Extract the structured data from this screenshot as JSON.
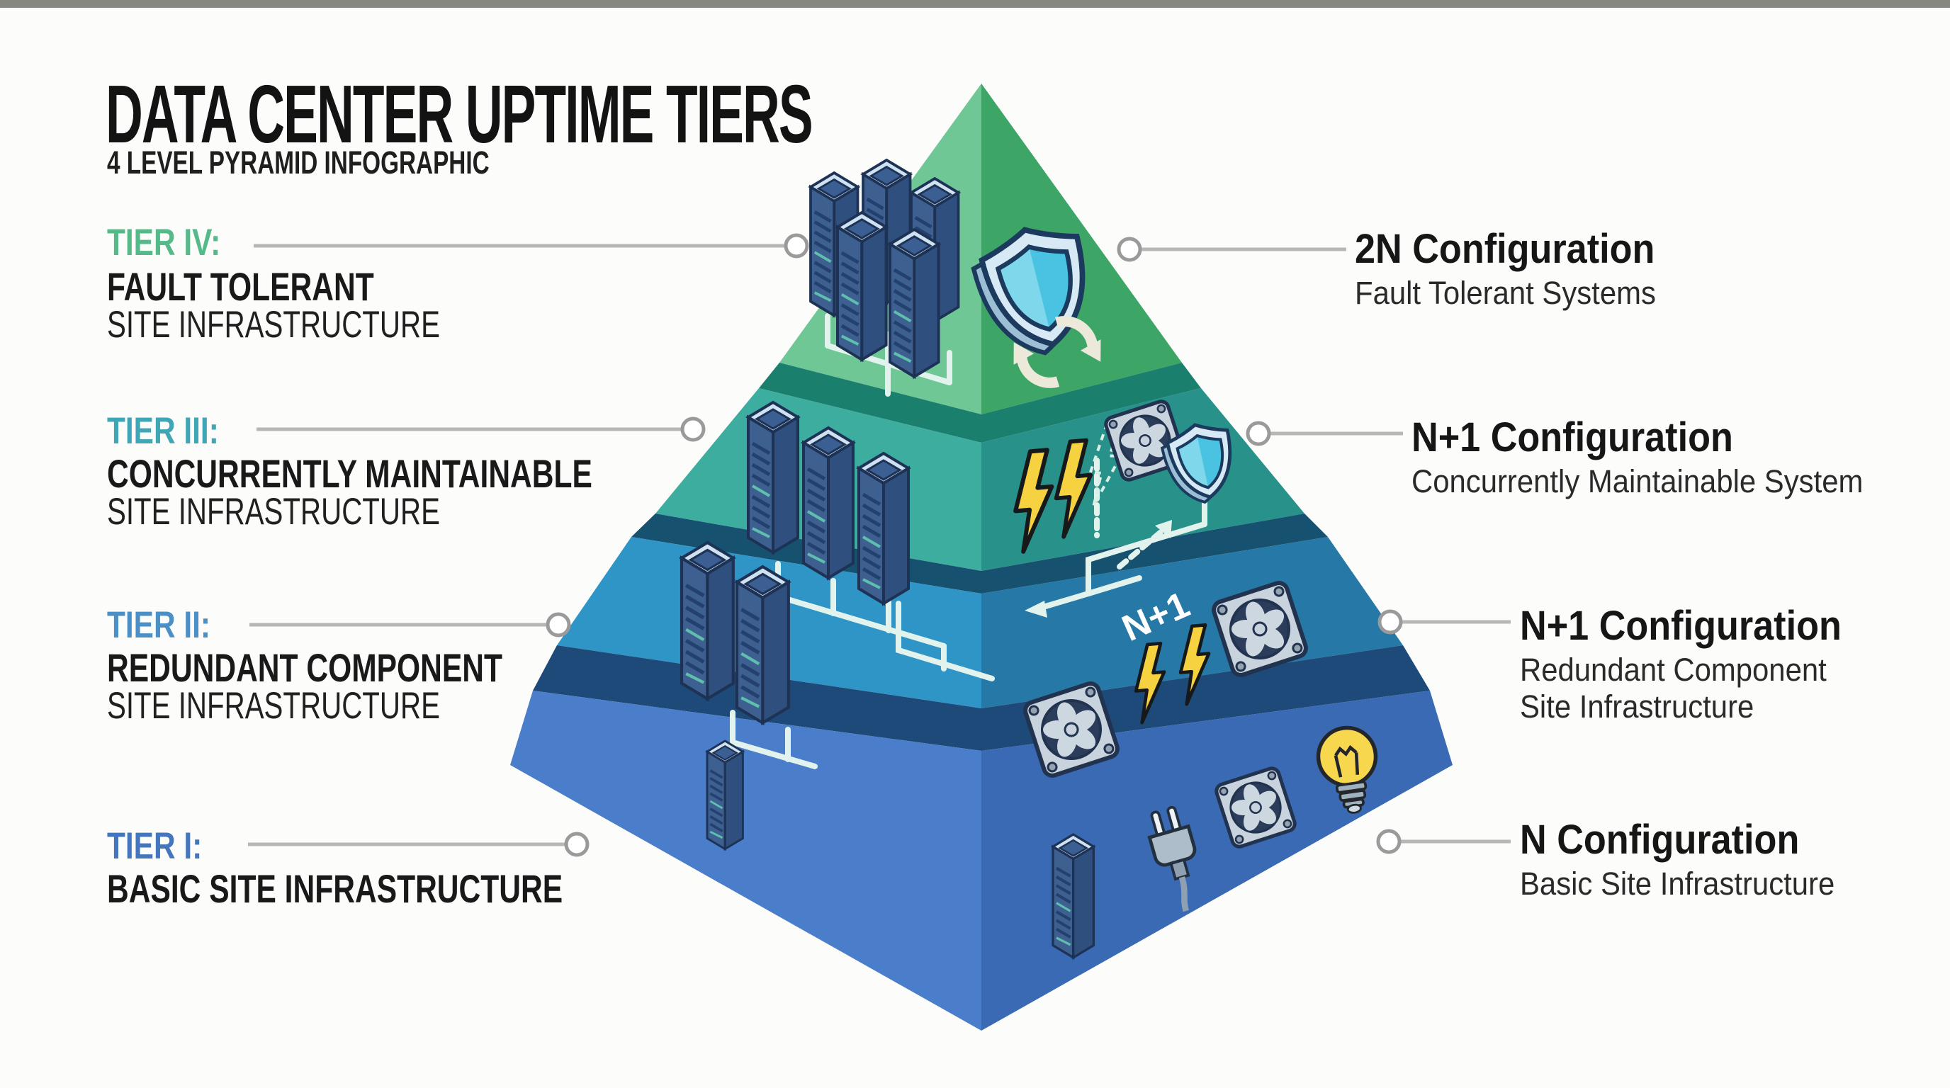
{
  "header": {
    "title": "DATA CENTER UPTIME TIERS",
    "subtitle": "4 LEVEL PYRAMID INFOGRAPHIC"
  },
  "left_labels": [
    {
      "tier": "TIER IV:",
      "line1": "FAULT TOLERANT",
      "line2": "SITE INFRASTRUCTURE",
      "color": "#55b989"
    },
    {
      "tier": "TIER III:",
      "line1": "CONCURRENTLY MAINTAINABLE",
      "line2": "SITE INFRASTRUCTURE",
      "color": "#3ea6b4"
    },
    {
      "tier": "TIER II:",
      "line1": "REDUNDANT COMPONENT",
      "line2": "SITE INFRASTRUCTURE",
      "color": "#4a8fc5"
    },
    {
      "tier": "TIER I:",
      "line1": "BASIC SITE INFRASTRUCTURE",
      "line2": "",
      "color": "#4376bc"
    }
  ],
  "right_labels": [
    {
      "title": "2N Configuration",
      "sub1": "Fault Tolerant Systems",
      "sub2": ""
    },
    {
      "title": "N+1 Configuration",
      "sub1": "Concurrently Maintainable System",
      "sub2": ""
    },
    {
      "title": "N+1 Configuration",
      "sub1": "Redundant Component",
      "sub2": "Site Infrastructure"
    },
    {
      "title": "N Configuration",
      "sub1": "Basic Site Infrastructure",
      "sub2": ""
    }
  ],
  "pyramid": {
    "overlay_label": "N+1",
    "levels": [
      {
        "name": "Tier IV - Fault Tolerant Site Infrastructure",
        "face_left": "#6ec795",
        "face_right": "#3da566",
        "band": "#1b7f6d",
        "icons": [
          "server-rack-icon",
          "shield-icon",
          "sync-arrows-icon"
        ]
      },
      {
        "name": "Tier III - Concurrently Maintainable Site Infrastructure",
        "face_left": "#3dada0",
        "face_right": "#27918a",
        "band": "#175170",
        "icons": [
          "server-rack-icon",
          "lightning-bolt-icon",
          "dashed-bolt-icon",
          "cooling-fan-icon",
          "shield-icon",
          "power-path-lines"
        ]
      },
      {
        "name": "Tier II - Redundant Component Site Infrastructure",
        "face_left": "#2f95c6",
        "face_right": "#2679a7",
        "band": "#1d4a78",
        "icons": [
          "server-rack-icon",
          "lightning-bolt-icon",
          "cooling-fan-icon"
        ]
      },
      {
        "name": "Tier I - Basic Site Infrastructure",
        "face_left": "#4a7ecb",
        "face_right": "#3a6ab3",
        "band": "",
        "icons": [
          "server-rack-icon",
          "power-plug-icon",
          "cooling-fan-icon",
          "light-bulb-icon"
        ]
      }
    ]
  },
  "connectors": {
    "line_color": "#b7b7b7",
    "dot_stroke": "#9a9a9a",
    "dot_fill": "#ffffff"
  }
}
